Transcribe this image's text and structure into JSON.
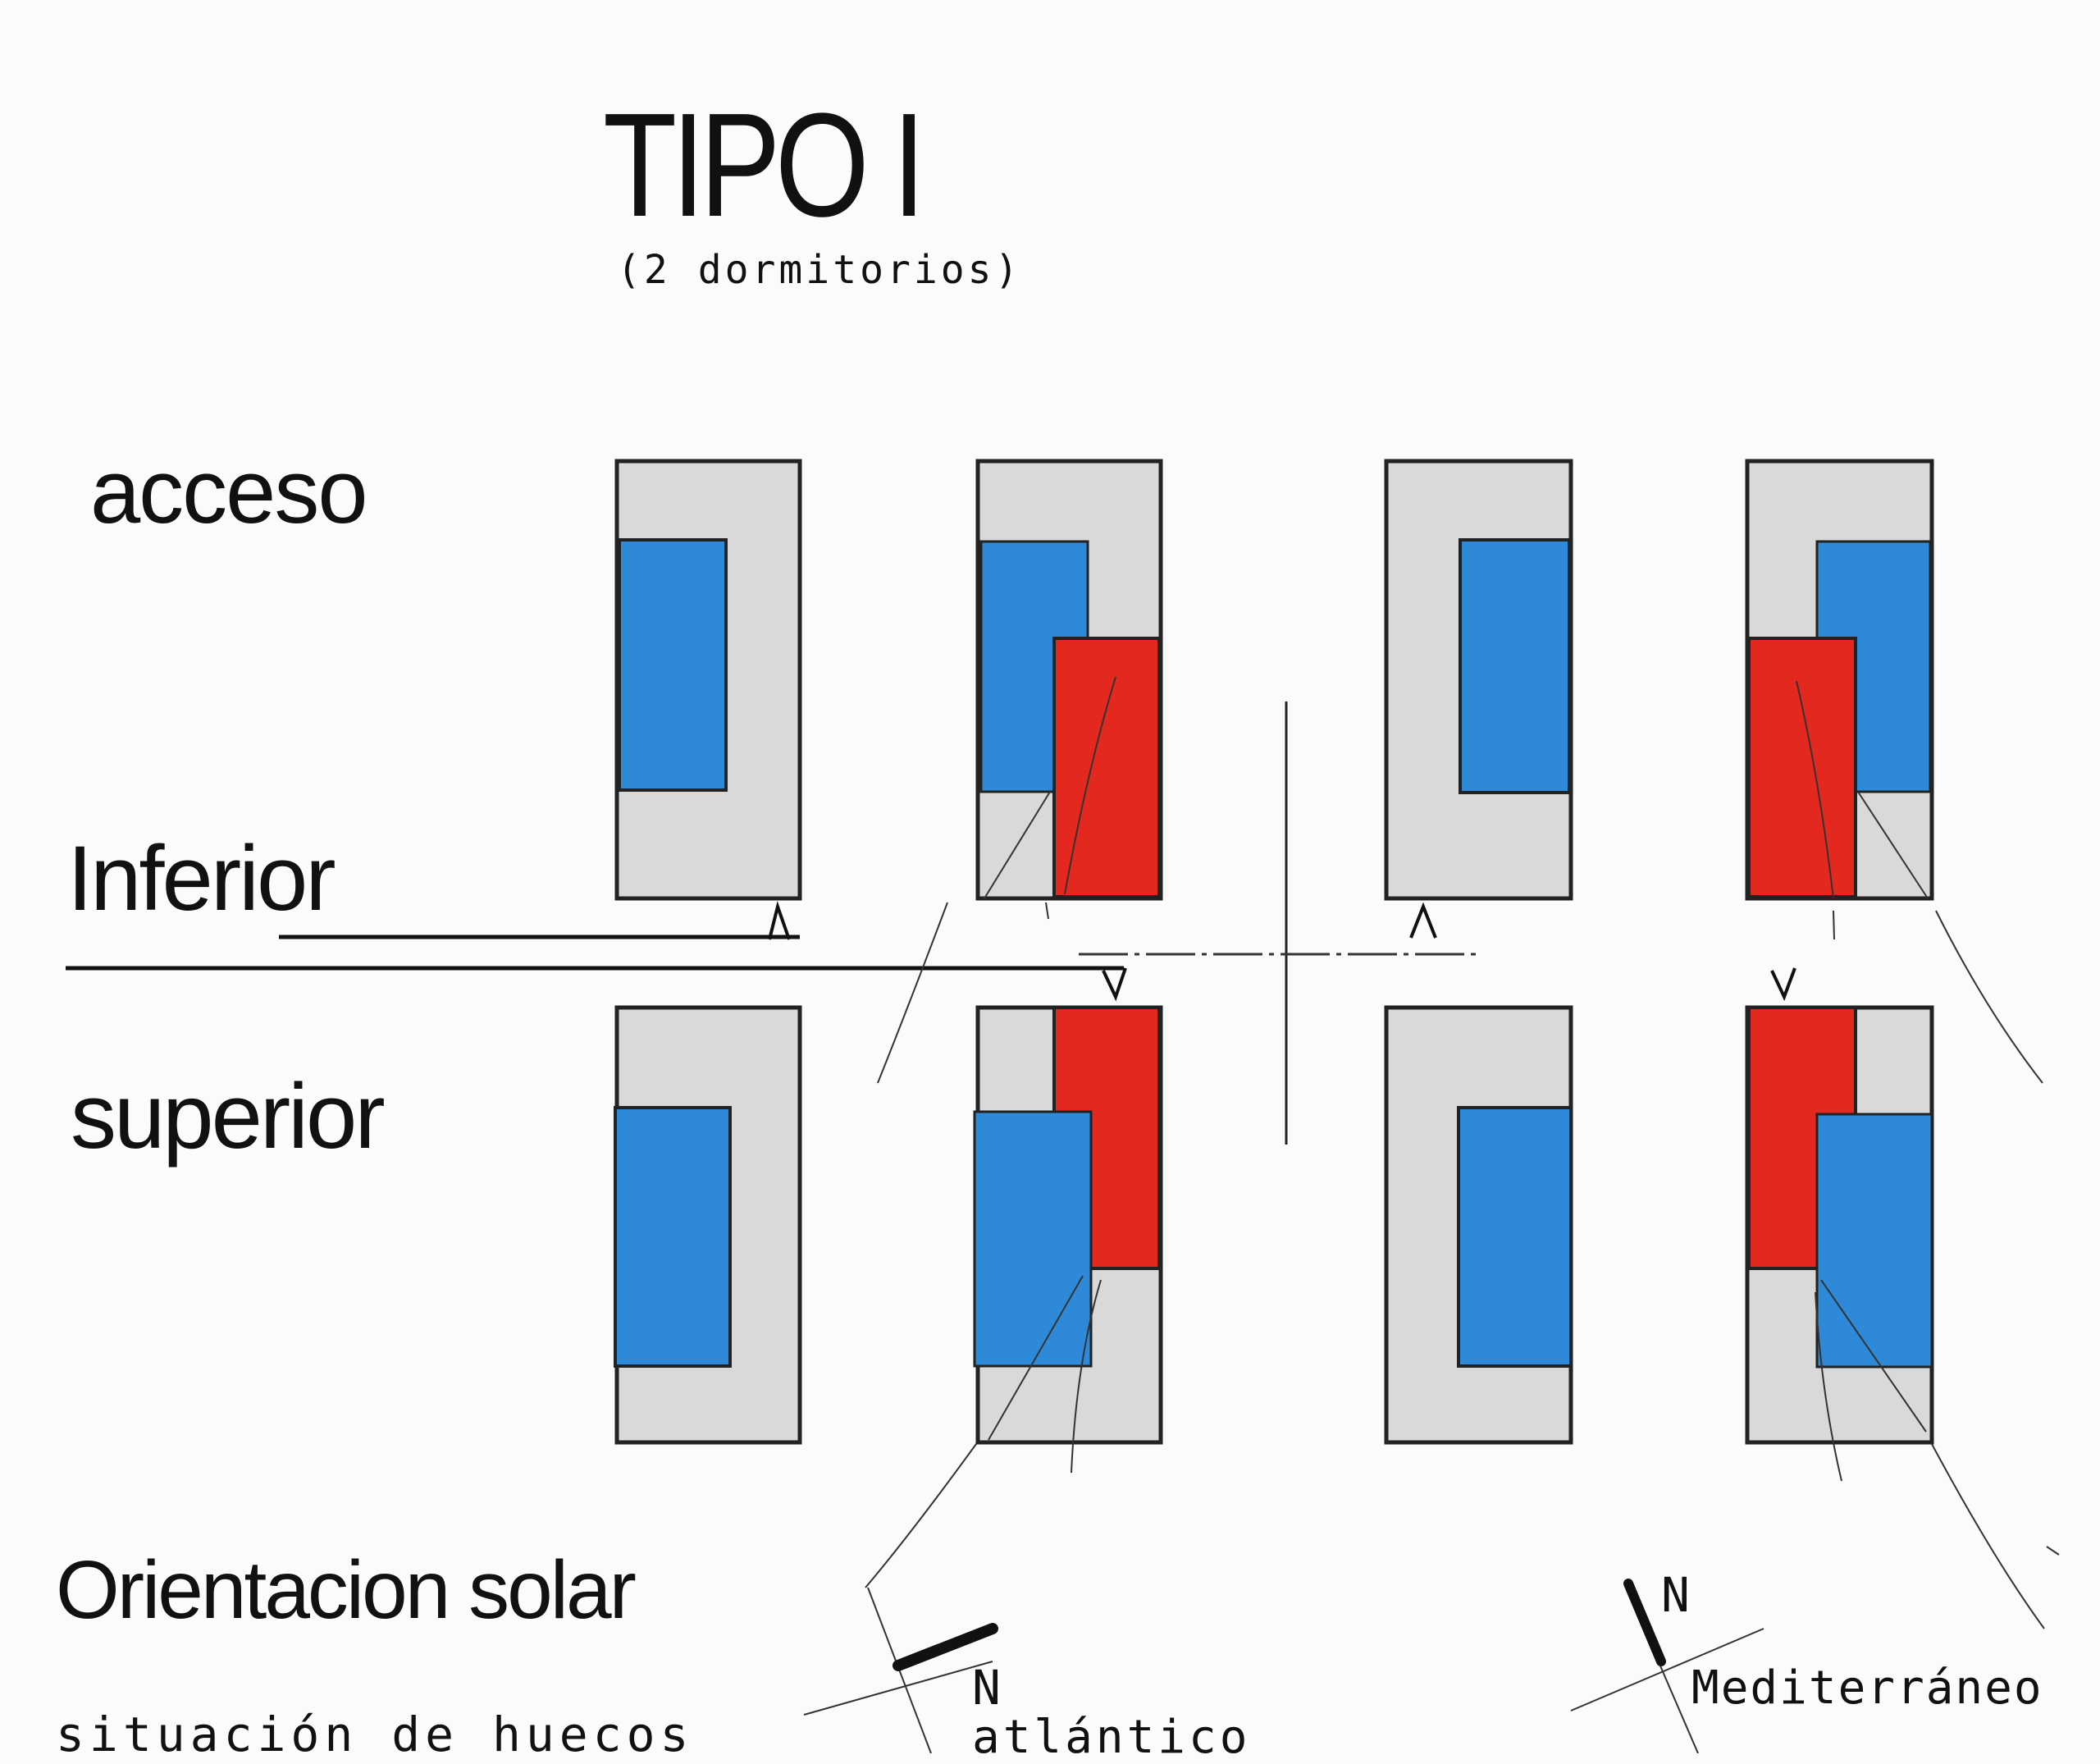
{
  "title": "TIPO I",
  "subtitle": "(2 dormitorios)",
  "rows": {
    "acceso": "acceso",
    "inferior": "Inferior",
    "superior": "superior"
  },
  "orientation": {
    "label": "Orientacion solar",
    "situation": "situación de huecos",
    "north_left": "N",
    "north_right": "N",
    "atlantic": "atlántico",
    "mediterranean": "Mediterráneo"
  },
  "colors": {
    "grey_fill": "#d9d9d9",
    "blue_fill": "#2e8ad8",
    "red_fill": "#e3281f",
    "outline": "#222222"
  }
}
